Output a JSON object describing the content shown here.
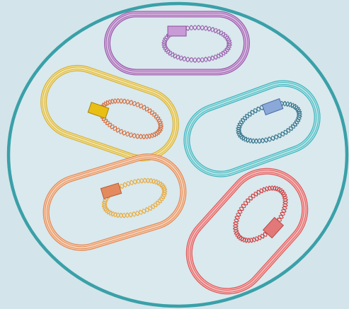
{
  "background": "#d3e5ea",
  "dish": {
    "rim_color": "#3aa0a8",
    "fill_color": "#d9e9ee"
  },
  "bacteria": [
    {
      "name": "purple",
      "color": "#9a5dab",
      "membrane_light": "#d7b6e0",
      "plasmid_color": "#9a5dab",
      "insert_color": "#c99bd6",
      "insert_stroke": "#8a4f9c"
    },
    {
      "name": "yellow",
      "color": "#d7b33a",
      "membrane_light": "#f3e29e",
      "plasmid_color": "#d66a3a",
      "insert_color": "#e9bf14",
      "insert_stroke": "#a88308"
    },
    {
      "name": "teal",
      "color": "#3fb5bd",
      "membrane_light": "#b4e4e7",
      "plasmid_color": "#2e6f86",
      "insert_color": "#8aa8d8",
      "insert_stroke": "#4c6aa6"
    },
    {
      "name": "orange",
      "color": "#e38a55",
      "membrane_light": "#f6cfb3",
      "plasmid_color": "#eaa93a",
      "insert_color": "#e38a5f",
      "insert_stroke": "#b7603a"
    },
    {
      "name": "red",
      "color": "#e05a5a",
      "membrane_light": "#f4b7b7",
      "plasmid_color": "#cf3a3a",
      "insert_color": "#e27878",
      "insert_stroke": "#b84a4a"
    }
  ]
}
